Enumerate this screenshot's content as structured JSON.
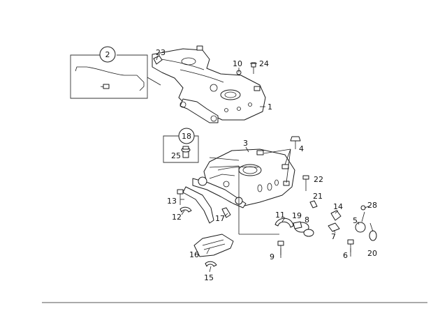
{
  "callouts": {
    "c1": "1",
    "c2": "2",
    "c3": "3",
    "c4": "4",
    "c5": "5",
    "c6": "6",
    "c7": "7",
    "c8": "8",
    "c9": "9",
    "c10": "10",
    "c11": "11",
    "c12": "12",
    "c13": "13",
    "c14": "14",
    "c15": "15",
    "c16": "16",
    "c17": "17",
    "c18": "18",
    "c19": "19",
    "c20": "20",
    "c21": "21",
    "c22": "22",
    "c23": "23",
    "c24": "24",
    "c25": "25",
    "c28": "28"
  }
}
